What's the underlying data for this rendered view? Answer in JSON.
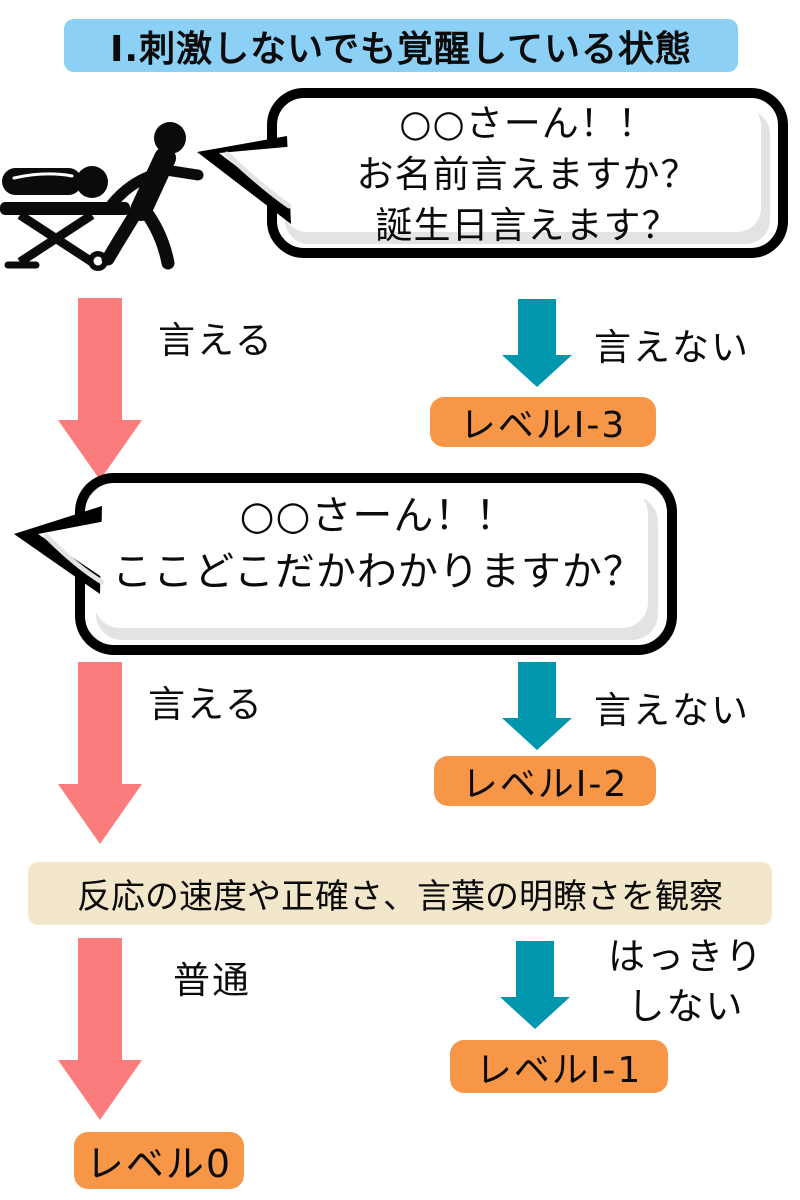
{
  "title": "Ⅰ.刺激しないでも覚醒している状態",
  "colors": {
    "title_bg": "#8DD0F6",
    "arrow_yes_pink": "#FA7C7C",
    "arrow_no_teal": "#0097AE",
    "badge_bg": "#F79646",
    "observe_bg": "#F2E6CB",
    "bubble_border": "#000000",
    "bubble_shadow": "#E3E3E3",
    "pictogram": "#0B0B0B"
  },
  "icons": {
    "pictogram": "stretcher-patient-caregiver-icon",
    "yes_arrow": "down-arrow-icon",
    "no_arrow": "down-arrow-icon"
  },
  "bubbles": [
    {
      "lines": [
        "○○さーん！！",
        "お名前言えますか？",
        "誕生日言えます？"
      ]
    },
    {
      "lines": [
        "○○さーん！！",
        "ここどこだかわかりますか？"
      ]
    }
  ],
  "tiers": [
    {
      "yes": "言える",
      "no": "言えない",
      "badge": "レベルⅠ-3"
    },
    {
      "yes": "言える",
      "no": "言えない",
      "badge": "レベルⅠ-2"
    },
    {
      "yes": "普通",
      "no_lines": [
        "はっきり",
        "しない"
      ],
      "badge": "レベルⅠ-1"
    }
  ],
  "observe": "反応の速度や正確さ、言葉の明瞭さを観察",
  "final_badge": "レベル0"
}
